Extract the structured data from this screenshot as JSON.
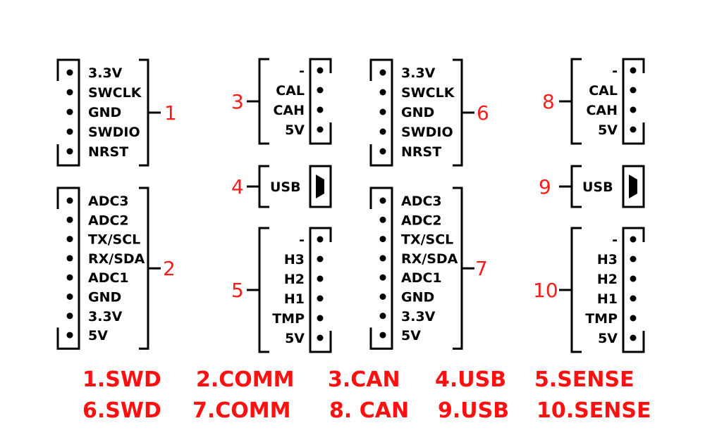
{
  "colors": {
    "line": "#000000",
    "number": "#ff1a1a",
    "legend": "#ff1010"
  },
  "connectors": [
    {
      "id": 1,
      "number": "1",
      "type": "SWD",
      "pins": [
        "3.3V",
        "SWCLK",
        "GND",
        "SWDIO",
        "NRST"
      ]
    },
    {
      "id": 2,
      "number": "2",
      "type": "COMM",
      "pins": [
        "ADC3",
        "ADC2",
        "TX/SCL",
        "RX/SDA",
        "ADC1",
        "GND",
        "3.3V",
        "5V"
      ]
    },
    {
      "id": 3,
      "number": "3",
      "type": "CAN",
      "pins": [
        "-",
        "CAL",
        "CAH",
        "5V"
      ]
    },
    {
      "id": 4,
      "number": "4",
      "type": "USB",
      "pins": [
        "USB"
      ]
    },
    {
      "id": 5,
      "number": "5",
      "type": "SENSE",
      "pins": [
        "-",
        "H3",
        "H2",
        "H1",
        "TMP",
        "5V"
      ]
    },
    {
      "id": 6,
      "number": "6",
      "type": "SWD",
      "pins": [
        "3.3V",
        "SWCLK",
        "GND",
        "SWDIO",
        "NRST"
      ]
    },
    {
      "id": 7,
      "number": "7",
      "type": "COMM",
      "pins": [
        "ADC3",
        "ADC2",
        "TX/SCL",
        "RX/SDA",
        "ADC1",
        "GND",
        "3.3V",
        "5V"
      ]
    },
    {
      "id": 8,
      "number": "8",
      "type": "CAN",
      "pins": [
        "-",
        "CAL",
        "CAH",
        "5V"
      ]
    },
    {
      "id": 9,
      "number": "9",
      "type": "USB",
      "pins": [
        "USB"
      ]
    },
    {
      "id": 10,
      "number": "10",
      "type": "SENSE",
      "pins": [
        "-",
        "H3",
        "H2",
        "H1",
        "TMP",
        "5V"
      ]
    }
  ],
  "legend": {
    "row1": [
      "1.SWD",
      "2.COMM",
      "3.CAN",
      "4.USB",
      "5.SENSE"
    ],
    "row2": [
      "6.SWD",
      "7.COMM",
      "8. CAN",
      "9.USB",
      "10.SENSE"
    ]
  }
}
